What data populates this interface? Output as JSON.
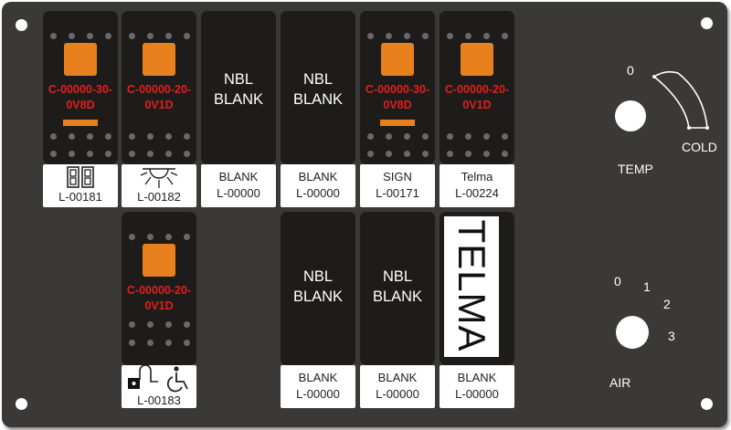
{
  "colors": {
    "panel": "#3a3938",
    "switch": "#1d1c1b",
    "led": "#e8801d",
    "code": "#e0201a",
    "label_bg": "#ffffff"
  },
  "switches": [
    {
      "code_line1": "C-00000-30-",
      "code_line2": "0V8D",
      "label_line2": "L-00181",
      "icon": "dual-switch-icon"
    },
    {
      "code_line1": "C-00000-20-",
      "code_line2": "0V1D",
      "label_line2": "L-00182",
      "icon": "light-rays-icon"
    },
    {
      "nbl_line1": "NBL",
      "nbl_line2": "BLANK",
      "label_line1": "BLANK",
      "label_line2": "L-00000"
    },
    {
      "nbl_line1": "NBL",
      "nbl_line2": "BLANK",
      "label_line1": "BLANK",
      "label_line2": "L-00000"
    },
    {
      "code_line1": "C-00000-30-",
      "code_line2": "0V8D",
      "label_line1": "SIGN",
      "label_line2": "L-00171"
    },
    {
      "code_line1": "C-00000-20-",
      "code_line2": "0V1D",
      "label_line1": "Telma",
      "label_line2": "L-00224"
    },
    {
      "code_line1": "C-00000-20-",
      "code_line2": "0V1D",
      "label_line2": "L-00183",
      "icon": "lock-wheelchair-icon"
    },
    {
      "nbl_line1": "NBL",
      "nbl_line2": "BLANK",
      "label_line1": "BLANK",
      "label_line2": "L-00000"
    },
    {
      "nbl_line1": "NBL",
      "nbl_line2": "BLANK",
      "label_line1": "BLANK",
      "label_line2": "L-00000"
    },
    {
      "telma_text": "TELMA",
      "label_line1": "BLANK",
      "label_line2": "L-00000"
    }
  ],
  "temp": {
    "label": "TEMP",
    "zero": "0",
    "cold": "COLD"
  },
  "air": {
    "label": "AIR",
    "n0": "0",
    "n1": "1",
    "n2": "2",
    "n3": "3"
  }
}
